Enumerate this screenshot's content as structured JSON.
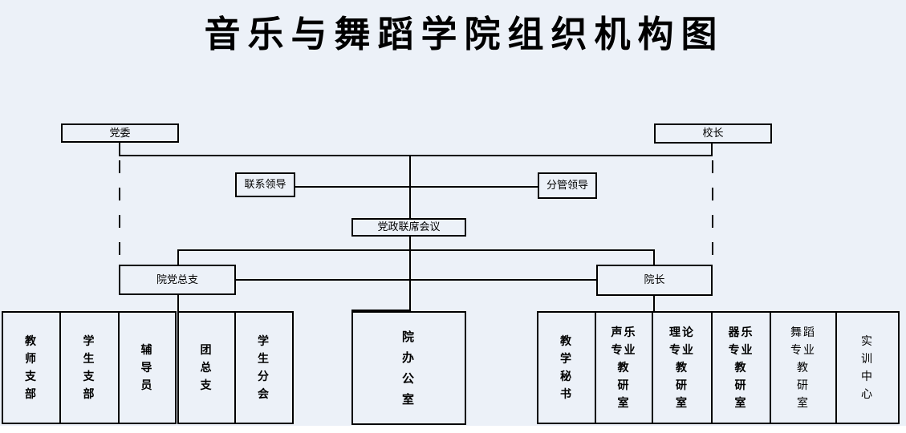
{
  "title": "音乐与舞蹈学院组织机构图",
  "org": {
    "university": {
      "party_committee": "党委",
      "president": "校长"
    },
    "leadership": {
      "liaison_leaders": "联系领导",
      "charge_leaders": "分管领导",
      "joint_meeting": "党政联席会议"
    },
    "college": {
      "party_general_branch": "院党总支",
      "dean": "院长"
    },
    "departments": {
      "teacher_branch": "教\n师\n支\n部",
      "student_branch": "学\n生\n支\n部",
      "counselors": "辅\n导\n员",
      "league_general_branch": "团\n总\n支",
      "student_association": "学\n生\n分\n会",
      "college_office": "院\n办\n公\n室",
      "teaching_secretary": "教\n学\n秘\n书",
      "vocal_music_teaching_office": "声乐\n专业\n教\n研\n室",
      "theory_teaching_office": "理论\n专业\n教\n研\n室",
      "instrumental_teaching_office": "器乐\n专业\n教\n研\n室",
      "dance_teaching_office": "舞蹈\n专业\n教\n研\n室",
      "training_center": "实\n训\n中\n心"
    }
  },
  "colors": {
    "canvas_background": "#ecf1f8",
    "line": "#000000",
    "text": "#000000",
    "page_background": "#ffffff"
  }
}
